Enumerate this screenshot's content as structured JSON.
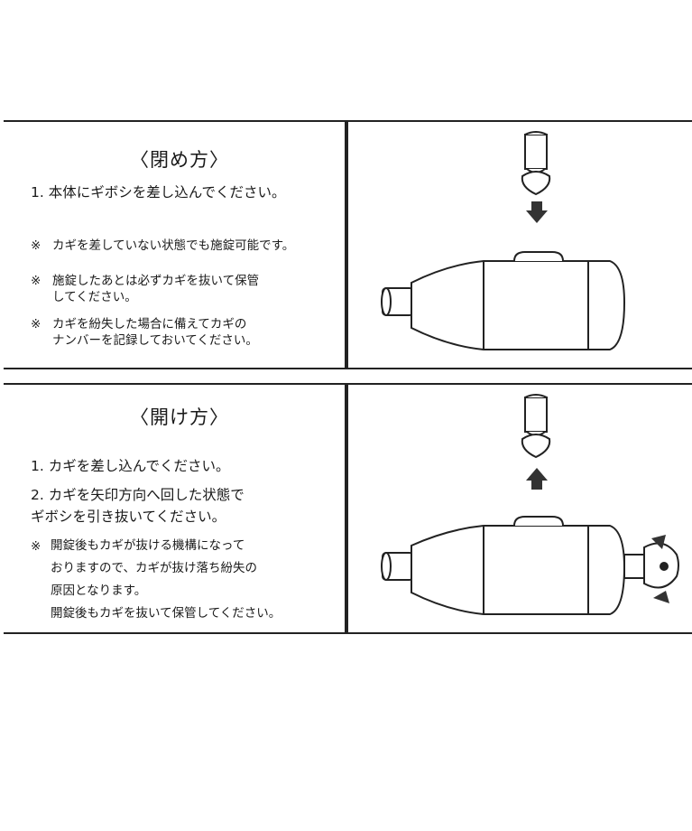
{
  "closing": {
    "title": "〈閉め方〉",
    "step1": "1. 本体にギボシを差し込んでください。",
    "notes": [
      {
        "mark": "※",
        "text": "カギを差していない状態でも施錠可能です。"
      },
      {
        "mark": "※",
        "text": "施錠したあとは必ずカギを抜いて保管\nしてください。"
      },
      {
        "mark": "※",
        "text": "カギを紛失した場合に備えてカギの\nナンバーを記録しておいてください。"
      }
    ]
  },
  "opening": {
    "title": "〈開け方〉",
    "step1": "1. カギを差し込んでください。",
    "step2": "2. カギを矢印方向へ回した状態で\n    ギボシを引き抜いてください。",
    "note_mark": "※",
    "note_text": "開錠後もカギが抜ける機構になって\nおりますので、カギが抜け落ち紛失の\n原因となります。\n開錠後もカギを抜いて保管してください。"
  },
  "colors": {
    "ink": "#1a1a1a",
    "frame": "#222222"
  },
  "icons": [
    "arrow-down-icon",
    "arrow-up-icon",
    "rotate-arrow-icon"
  ]
}
